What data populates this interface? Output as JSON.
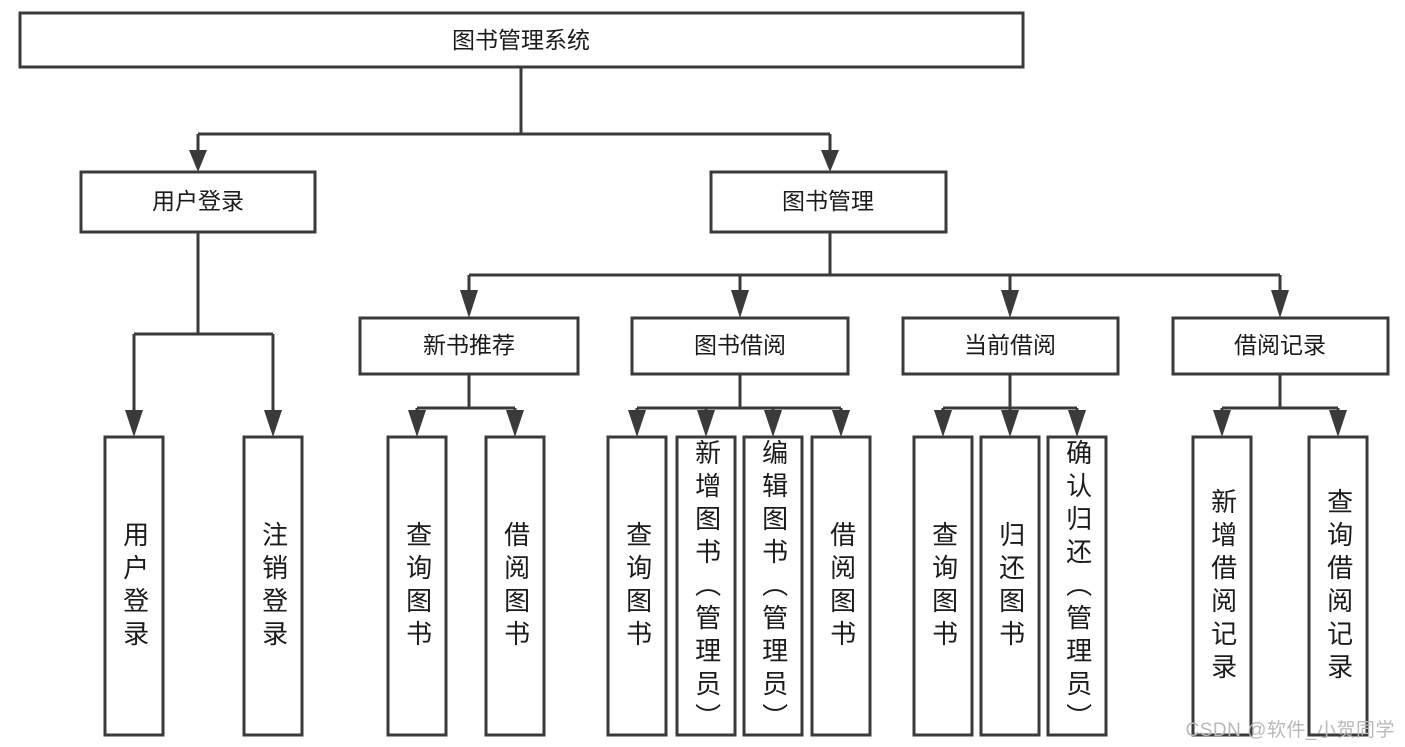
{
  "diagram": {
    "type": "tree-hierarchy-chart",
    "title": "图书管理系统",
    "root": {
      "label": "图书管理系统",
      "orientation": "horizontal"
    },
    "level2": [
      {
        "label": "用户登录",
        "orientation": "horizontal"
      },
      {
        "label": "图书管理",
        "orientation": "horizontal"
      }
    ],
    "level3": [
      {
        "label": "新书推荐",
        "orientation": "horizontal",
        "parent": "图书管理"
      },
      {
        "label": "图书借阅",
        "orientation": "horizontal",
        "parent": "图书管理"
      },
      {
        "label": "当前借阅",
        "orientation": "horizontal",
        "parent": "图书管理"
      },
      {
        "label": "借阅记录",
        "orientation": "horizontal",
        "parent": "图书管理"
      }
    ],
    "leaves": {
      "user_login": [
        {
          "label": "用户登录",
          "orientation": "vertical"
        },
        {
          "label": "注销登录",
          "orientation": "vertical"
        }
      ],
      "new_book_recommend": [
        {
          "label": "查询图书",
          "orientation": "vertical"
        },
        {
          "label": "借阅图书",
          "orientation": "vertical"
        }
      ],
      "book_borrow": [
        {
          "label": "查询图书",
          "orientation": "vertical"
        },
        {
          "label": "新增图书（管理员）",
          "orientation": "vertical"
        },
        {
          "label": "编辑图书（管理员）",
          "orientation": "vertical"
        },
        {
          "label": "借阅图书",
          "orientation": "vertical"
        }
      ],
      "current_borrow": [
        {
          "label": "查询图书",
          "orientation": "vertical"
        },
        {
          "label": "归还图书",
          "orientation": "vertical"
        },
        {
          "label": "确认归还（管理员）",
          "orientation": "vertical"
        }
      ],
      "borrow_record": [
        {
          "label": "新增借阅记录",
          "orientation": "vertical"
        },
        {
          "label": "查询借阅记录",
          "orientation": "vertical"
        }
      ]
    },
    "watermark": "CSDN @软件_小贺同学",
    "colors": {
      "stroke": "#3a3a3a",
      "fill": "#ffffff",
      "text": "#1b1b1b",
      "watermark": "#b9b9b9"
    }
  }
}
